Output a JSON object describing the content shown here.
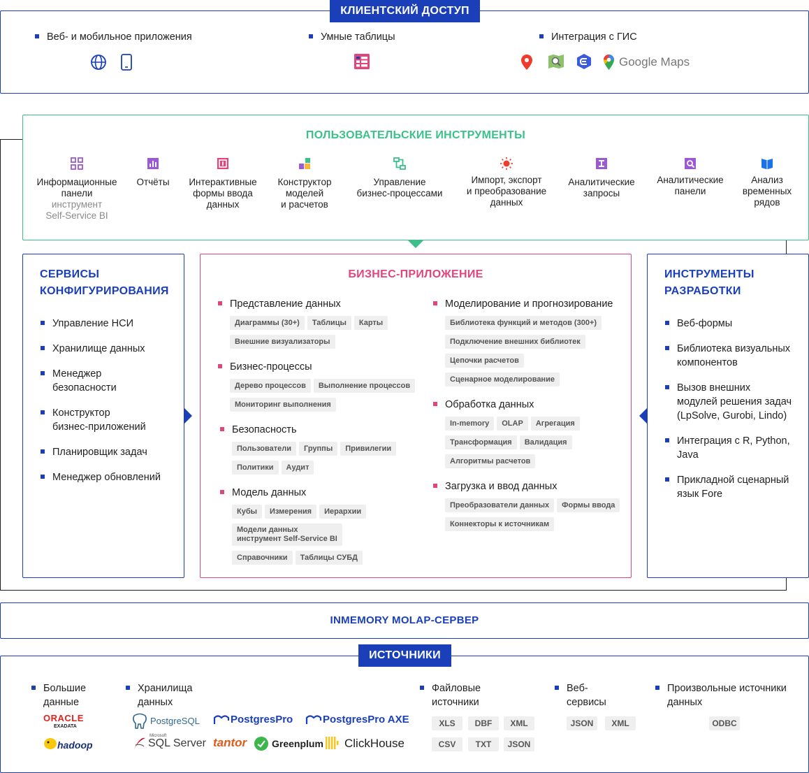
{
  "client_access": {
    "title": "КЛИЕНТСКИЙ ДОСТУП",
    "items": [
      "Веб- и мобильное приложения",
      "Умные таблицы",
      "Интеграция с ГИС"
    ],
    "gis_logo": "Google Maps"
  },
  "user_tools": {
    "title": "ПОЛЬЗОВАТЕЛЬСКИЕ ИНСТРУМЕНТЫ",
    "tools": [
      {
        "l1": "Информационные",
        "l2": "панели",
        "sub1": "инструмент",
        "sub2": "Self-Service BI"
      },
      {
        "l1": "Отчёты"
      },
      {
        "l1": "Интерактивные",
        "l2": "формы ввода",
        "l3": "данных"
      },
      {
        "l1": "Конструктор",
        "l2": "моделей",
        "l3": "и расчетов"
      },
      {
        "l1": "Управление",
        "l2": "бизнес-процессами"
      },
      {
        "l1": "Импорт, экспорт",
        "l2": "и преобразование",
        "l3": "данных"
      },
      {
        "l1": "Аналитические",
        "l2": "запросы"
      },
      {
        "l1": "Аналитические",
        "l2": "панели"
      },
      {
        "l1": "Анализ",
        "l2": "временных",
        "l3": "рядов"
      }
    ]
  },
  "config_services": {
    "title1": "СЕРВИСЫ",
    "title2": "КОНФИГУРИРОВАНИЯ",
    "items": [
      {
        "l1": "Управление НСИ"
      },
      {
        "l1": "Хранилище данных"
      },
      {
        "l1": "Менеджер",
        "l2": "безопасности"
      },
      {
        "l1": "Конструктор",
        "l2": "бизнес-приложений"
      },
      {
        "l1": "Планировщик задач"
      },
      {
        "l1": "Менеджер обновлений"
      }
    ]
  },
  "business_app": {
    "title": "БИЗНЕС-ПРИЛОЖЕНИЕ",
    "left": [
      {
        "title": "Представление данных",
        "chips": [
          "Диаграммы (30+)",
          "Таблицы",
          "Карты",
          "Внешние визуализаторы"
        ]
      },
      {
        "title": "Бизнес-процессы",
        "chips": [
          "Дерево процессов",
          "Выполнение процессов",
          "Мониторинг выполнения"
        ]
      },
      {
        "title": "Безопасность",
        "chips": [
          "Пользователи",
          "Группы",
          "Привилегии",
          "Политики",
          "Аудит"
        ]
      },
      {
        "title": "Модель данных",
        "chips": [
          "Кубы",
          "Измерения",
          "Иерархии"
        ],
        "chip2_l1": "Модели данных",
        "chip2_l2": "инструмент Self-Service BI",
        "chips_tail": [
          "Справочники",
          "Таблицы СУБД"
        ]
      }
    ],
    "right": [
      {
        "title": "Моделирование и прогнозирование",
        "chips": [
          "Библиотека функций и методов (300+)",
          "Подключение внешних библиотек",
          "Цепочки расчетов",
          "Сценарное моделирование"
        ]
      },
      {
        "title": "Обработка данных",
        "chips": [
          "In-memory",
          "OLAP",
          "Агрегация",
          "Трансформация",
          "Валидация",
          "Алгоритмы расчетов"
        ]
      },
      {
        "title": "Загрузка и ввод данных",
        "chips": [
          "Преобразователи данных",
          "Формы ввода",
          "Коннекторы к источникам"
        ]
      }
    ]
  },
  "dev_tools": {
    "title1": "ИНСТРУМЕНТЫ",
    "title2": "РАЗРАБОТКИ",
    "items": [
      {
        "l1": "Веб-формы"
      },
      {
        "l1": "Библиотека визуальных",
        "l2": "компонентов"
      },
      {
        "l1": "Вызов внешних",
        "l2": "модулей решения задач",
        "l3": "(LpSolve, Gurobi, Lindo)"
      },
      {
        "l1": "Интеграция с R, Python,",
        "l2": "Java"
      },
      {
        "l1": "Прикладной сценарный",
        "l2": "язык Fore"
      }
    ]
  },
  "molap": {
    "title": "INMEMORY MOLAP-СЕРВЕР"
  },
  "sources": {
    "title": "ИСТОЧНИКИ",
    "big_data": {
      "l1": "Большие",
      "l2": "данные",
      "logo1": "ORACLE",
      "logo1_sub": "EXADATA",
      "logo2": "hadoop"
    },
    "storage": {
      "l1": "Хранилища",
      "l2": "данных",
      "logos": [
        "PostgreSQL",
        "PostgresPro",
        "PostgresPro AXE",
        "SQL Server",
        "tantor",
        "Greenplum",
        "ClickHouse"
      ],
      "mssql_small": "Microsoft"
    },
    "files": {
      "l1": "Файловые",
      "l2": "источники",
      "chips": [
        "XLS",
        "DBF",
        "XML",
        "CSV",
        "TXT",
        "JSON"
      ]
    },
    "web": {
      "l1": "Веб-",
      "l2": "сервисы",
      "chips": [
        "JSON",
        "XML"
      ]
    },
    "custom": {
      "l1": "Произвольные источники",
      "l2": "данных",
      "chips": [
        "ODBC"
      ]
    }
  },
  "colors": {
    "blue": "#1a3fb8",
    "green": "#3cc08a",
    "pink": "#e0457c",
    "purple": "#9b59d6"
  }
}
